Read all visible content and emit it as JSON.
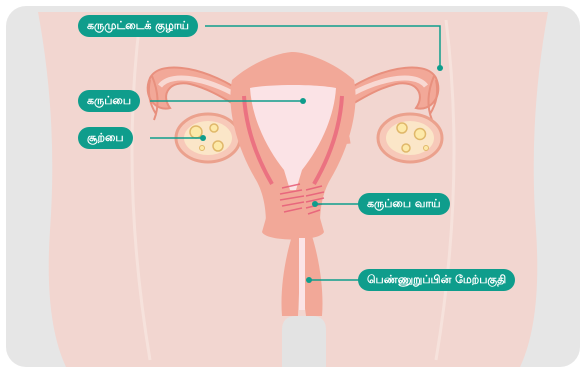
{
  "colors": {
    "accent": "#0f9d8c",
    "card_background": "#e6e6e6",
    "body_silhouette": "#f2d6d0",
    "tissue": "#f2a898",
    "inner_uterus": "#fbe3e6",
    "highlight": "#e8607a"
  },
  "labels": {
    "fallopian_tube": "கருமுட்டைக் குழாய்",
    "uterus": "கருப்பை",
    "ovary": "சூற்பை",
    "cervix": "கருப்பை வாய்",
    "vagina_upper": "பெண்ணுறுப்பின் மேற்பகுதி"
  }
}
